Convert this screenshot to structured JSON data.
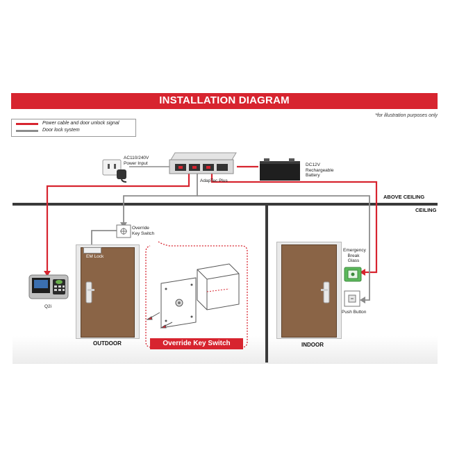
{
  "banner": {
    "title": "INSTALLATION DIAGRAM"
  },
  "note": "*for illustration purposes only",
  "legend": [
    {
      "label": "Power cable and door unlock signal",
      "color": "#d7242f"
    },
    {
      "label": "Door lock system",
      "color": "#8c8c8c"
    }
  ],
  "labels": {
    "power_input": [
      "AC110/240V",
      "Power Input"
    ],
    "controller": "AdapTec Plus",
    "battery": [
      "DC12V",
      "Rechargeable",
      "Battery"
    ],
    "above_ceiling": "ABOVE CEILING",
    "ceiling": "CEILING",
    "override_switch": [
      "Override",
      "Key Switch"
    ],
    "em_lock": "EM Lock",
    "reader": "Q2i",
    "emergency_glass": [
      "Emergency",
      "Break",
      "Glass"
    ],
    "push_button": "Push Button",
    "outdoor": "OUTDOOR",
    "indoor": "INDOOR",
    "override_panel": "Override Key Switch"
  },
  "colors": {
    "accent": "#d7242f",
    "lock_line": "#8c8c8c",
    "door": "#8a6446",
    "dark": "#3a3a3a"
  },
  "icons": [
    "wall-socket-icon",
    "power-supply-icon",
    "battery-icon",
    "biometric-reader-icon",
    "key-switch-icon",
    "em-lock-icon",
    "break-glass-icon",
    "push-button-icon"
  ]
}
